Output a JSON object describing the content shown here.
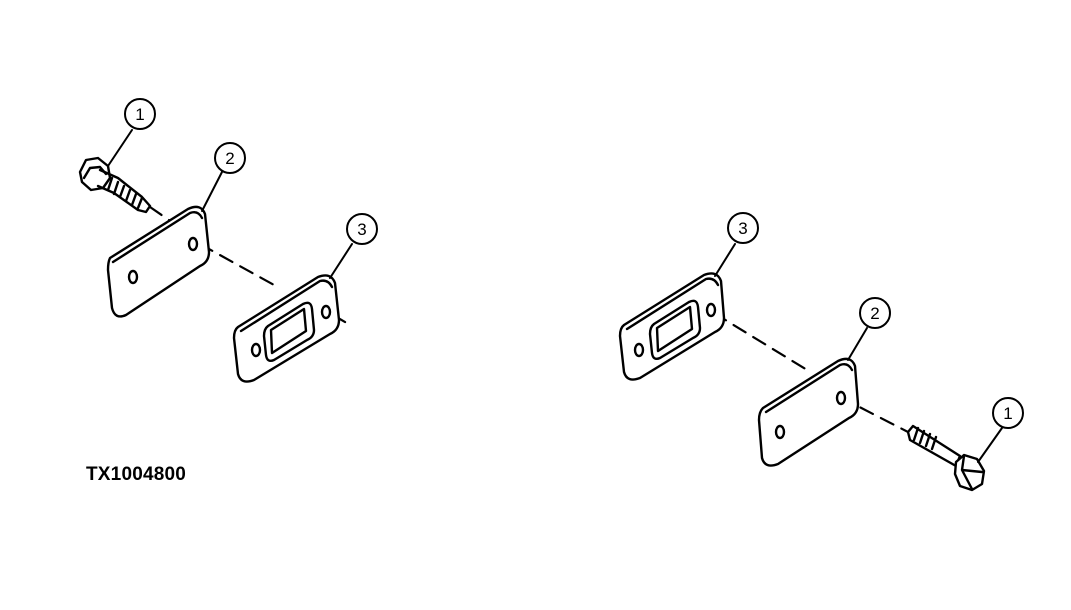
{
  "figure_id": "TX1004800",
  "colors": {
    "ink": "#000000",
    "paper": "#ffffff"
  },
  "callouts": {
    "left_bolt": "1",
    "left_plate": "2",
    "left_bracket": "3",
    "right_bracket": "3",
    "right_plate": "2",
    "right_bolt": "1"
  }
}
